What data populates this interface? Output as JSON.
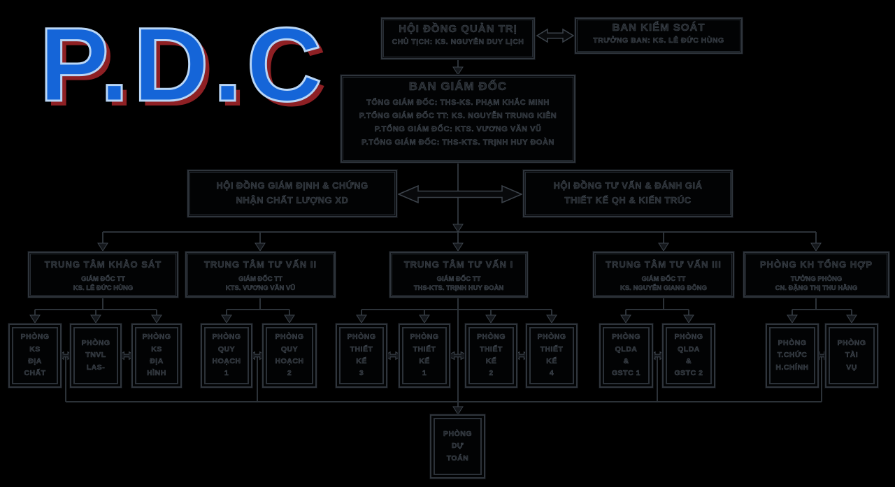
{
  "logo": {
    "text": "P.D.C",
    "fill_color": "#1565d8",
    "outline_color": "#b9d6f6",
    "shadow_color": "#8e2024"
  },
  "colors": {
    "background": "#000000",
    "line": "#2c3238",
    "box_border": "#2f353c",
    "text": "#22262b"
  },
  "nodes": {
    "board": {
      "title": "HỘI ĐỒNG QUẢN TRỊ",
      "subtitle": "CHỦ TỊCH: KS. NGUYỄN DUY LỊCH"
    },
    "supervisory": {
      "title": "BAN KIỂM SOÁT",
      "subtitle": "TRƯỞNG BAN: KS. LÊ ĐỨC HÙNG"
    },
    "directors": {
      "title": "BAN GIÁM ĐỐC",
      "line1": "TỔNG GIÁM ĐỐC: THS-KS. PHẠM KHẮC MINH",
      "line2": "P.TỔNG GIÁM ĐỐC TT: KS. NGUYỄN TRUNG KIÊN",
      "line3": "P.TỔNG GIÁM ĐỐC: KTS. VƯƠNG VĂN VŨ",
      "line4": "P.TỔNG GIÁM ĐỐC: THS-KTS. TRỊNH HUY ĐOÀN"
    },
    "inspection": {
      "line1": "HỘI ĐỒNG GIÁM ĐỊNH & CHỨNG",
      "line2": "NHẬN CHẤT LƯỢNG XD"
    },
    "advisory": {
      "line1": "HỘI ĐỒNG TƯ VẤN & ĐÁNH GIÁ",
      "line2": "THIẾT KẾ QH & KIẾN TRÚC"
    },
    "centers": [
      {
        "title": "TRUNG TÂM KHẢO SÁT",
        "role": "GIÁM ĐỐC TT",
        "name": "KS. LÊ ĐỨC HÙNG"
      },
      {
        "title": "TRUNG TÂM TƯ VẤN II",
        "role": "GIÁM ĐỐC TT",
        "name": "KTS. VƯƠNG VĂN VŨ"
      },
      {
        "title": "TRUNG TÂM TƯ VẤN I",
        "role": "GIÁM ĐỐC TT",
        "name": "THS-KTS. TRỊNH HUY ĐOÀN"
      },
      {
        "title": "TRUNG TÂM TƯ VẤN III",
        "role": "GIÁM ĐỐC TT",
        "name": "KS. NGUYỄN GIANG ĐÔNG"
      },
      {
        "title": "PHÒNG KH TỔNG HỢP",
        "role": "TƯỞNG PHÒNG",
        "name": "CN. ĐẶNG THỊ THU HẰNG"
      }
    ],
    "departments": [
      {
        "text": "PHÒNG\nKS\nĐỊA\nCHẤT"
      },
      {
        "text": "PHÒNG\nTNVL\nLAS-"
      },
      {
        "text": "PHÒNG\nKS\nĐỊA\nHÌNH"
      },
      {
        "text": "PHÒNG\nQUY\nHOẠCH\n1"
      },
      {
        "text": "PHÒNG\nQUY\nHOẠCH\n2"
      },
      {
        "text": "PHÒNG\nTHIẾT\nKẾ\n3"
      },
      {
        "text": "PHÒNG\nTHIẾT\nKẾ\n1"
      },
      {
        "text": "PHÒNG\nTHIẾT\nKẾ\n2"
      },
      {
        "text": "PHÒNG\nTHIẾT\nKẾ\n4"
      },
      {
        "text": "PHÒNG\nQLDA\n&\nGSTC 1"
      },
      {
        "text": "PHÒNG\nQLDA\n&\nGSTC 2"
      },
      {
        "text": "PHÒNG\nT.CHỨC\nH.CHÍNH"
      },
      {
        "text": "PHÒNG\nTÀI\nVỤ"
      }
    ],
    "estimate": {
      "text": "PHÒNG\nDỰ\nTOÁN"
    }
  }
}
